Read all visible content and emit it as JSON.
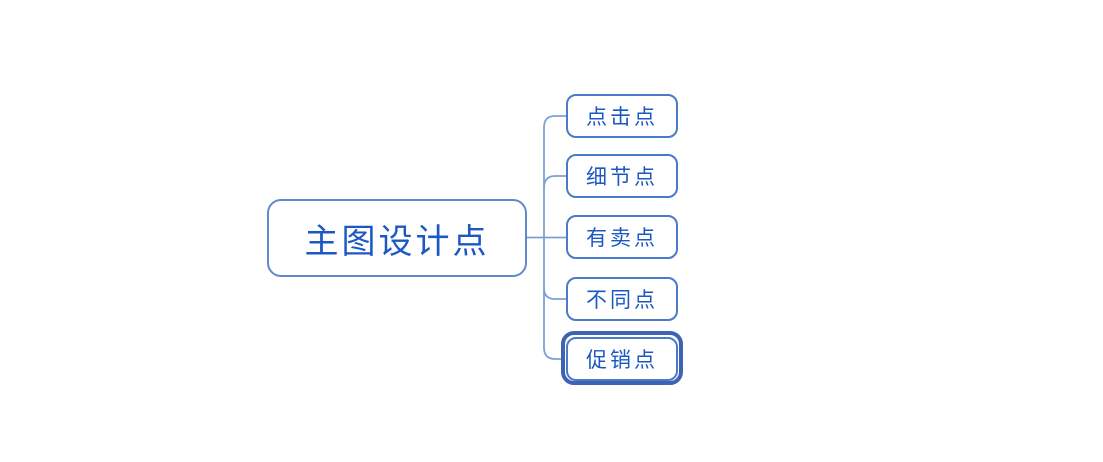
{
  "mindmap": {
    "root": {
      "label": "主图设计点"
    },
    "children": [
      {
        "label": "点击点",
        "selected": false
      },
      {
        "label": "细节点",
        "selected": false
      },
      {
        "label": "有卖点",
        "selected": false
      },
      {
        "label": "不同点",
        "selected": false
      },
      {
        "label": "促销点",
        "selected": true
      }
    ],
    "colors": {
      "background": "#ffffff",
      "root_border": "#6189ce",
      "child_border": "#4b7ac6",
      "text": "#1c58c4",
      "connector_line": "#7da1d6",
      "selection_ring": "#3f63b4"
    }
  }
}
